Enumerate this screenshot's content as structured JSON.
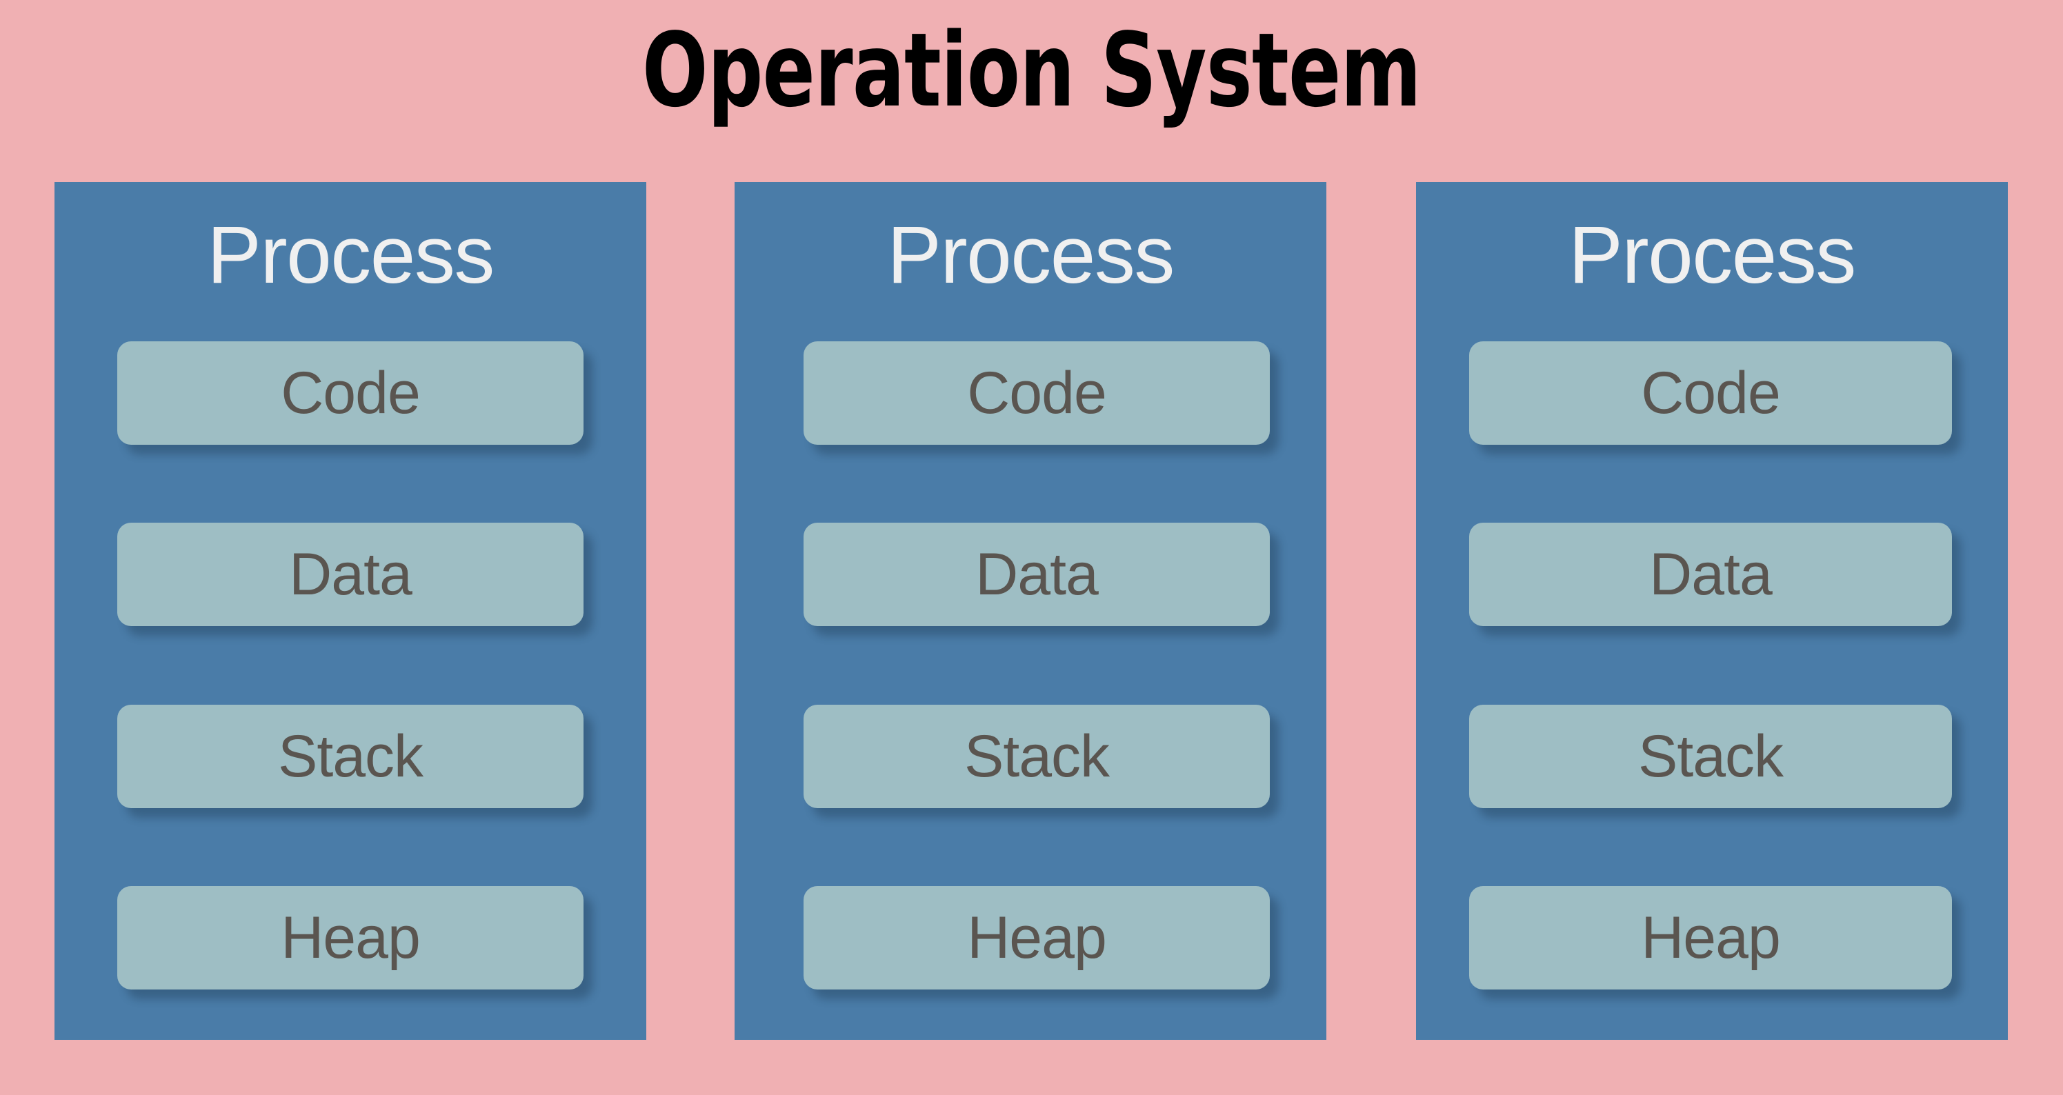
{
  "title": "Operation System",
  "colors": {
    "background": "#f0b0b3",
    "process_fill": "#4a7ca8",
    "segment_fill": "#9ebec4",
    "title_text": "#000000",
    "process_title_text": "#f0f0f0",
    "segment_text": "#5a5550"
  },
  "processes": [
    {
      "heading": "Process",
      "segments": [
        {
          "label": "Code"
        },
        {
          "label": "Data"
        },
        {
          "label": "Stack"
        },
        {
          "label": "Heap"
        }
      ]
    },
    {
      "heading": "Process",
      "segments": [
        {
          "label": "Code"
        },
        {
          "label": "Data"
        },
        {
          "label": "Stack"
        },
        {
          "label": "Heap"
        }
      ]
    },
    {
      "heading": "Process",
      "segments": [
        {
          "label": "Code"
        },
        {
          "label": "Data"
        },
        {
          "label": "Stack"
        },
        {
          "label": "Heap"
        }
      ]
    }
  ]
}
